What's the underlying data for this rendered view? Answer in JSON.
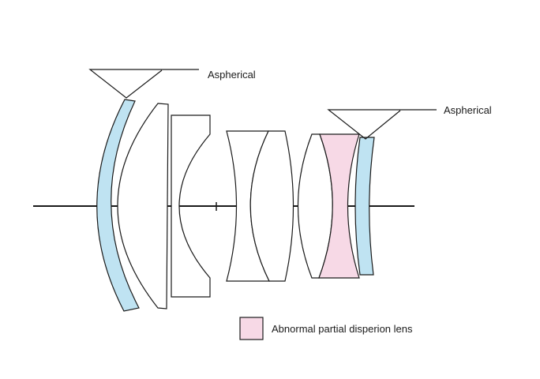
{
  "diagram": {
    "annotations": {
      "aspherical_front": "Aspherical",
      "aspherical_rear": "Aspherical"
    },
    "legend": {
      "label": "Abnormal partial disperion lens"
    },
    "colors": {
      "line": "#1a1a1a",
      "aspherical_fill": "#bfe3f2",
      "abnormal_dispersion_fill": "#f7d9e6",
      "background": "#ffffff"
    },
    "elements": [
      {
        "name": "element-1",
        "type": "aspherical"
      },
      {
        "name": "element-2",
        "type": "standard"
      },
      {
        "name": "element-3",
        "type": "standard"
      },
      {
        "name": "element-4",
        "type": "standard"
      },
      {
        "name": "element-5",
        "type": "standard"
      },
      {
        "name": "element-6",
        "type": "abnormal-partial-dispersion"
      },
      {
        "name": "element-7",
        "type": "aspherical"
      }
    ]
  }
}
